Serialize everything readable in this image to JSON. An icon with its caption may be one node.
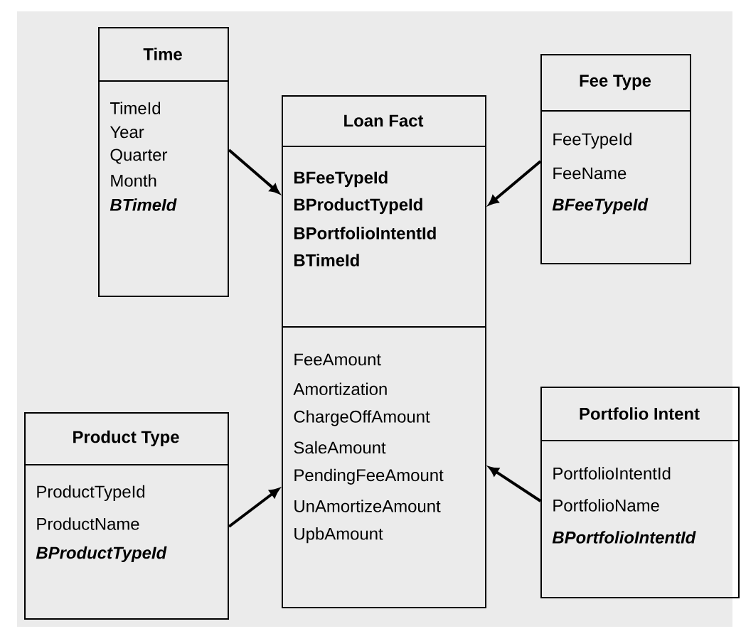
{
  "diagram": {
    "nodes": [
      {
        "text": [
          "Time",
          "TimeId",
          "Year",
          "Quarter",
          "Month",
          "BTimeId"
        ]
      },
      {
        "text": [
          "Fee Type",
          "FeeTypeId",
          "FeeName",
          "BFeeTypeId"
        ]
      },
      {
        "text": [
          "Loan Fact",
          "BFeeTypeId",
          "BProductTypeId",
          "BPortfolioIntentId",
          "BTimeId",
          "FeeAmount",
          "Amortization",
          "ChargeOffAmount",
          "SaleAmount",
          "PendingFeeAmount",
          "UnAmortizeAmount",
          "UpbAmount"
        ]
      },
      {
        "text": [
          "Product Type",
          "ProductTypeId",
          "ProductName",
          "BProductTypeId"
        ]
      },
      {
        "text": [
          "Portfolio Intent",
          "PortfolioIntentId",
          "PortfolioName",
          "BPortfolioIntentId"
        ]
      }
    ],
    "edges": [
      {
        "from": 0,
        "to": 2,
        "arrow": "to"
      },
      {
        "from": 1,
        "to": 2,
        "arrow": "to"
      },
      {
        "from": 3,
        "to": 2,
        "arrow": "to"
      },
      {
        "from": 4,
        "to": 2,
        "arrow": "to"
      }
    ]
  }
}
